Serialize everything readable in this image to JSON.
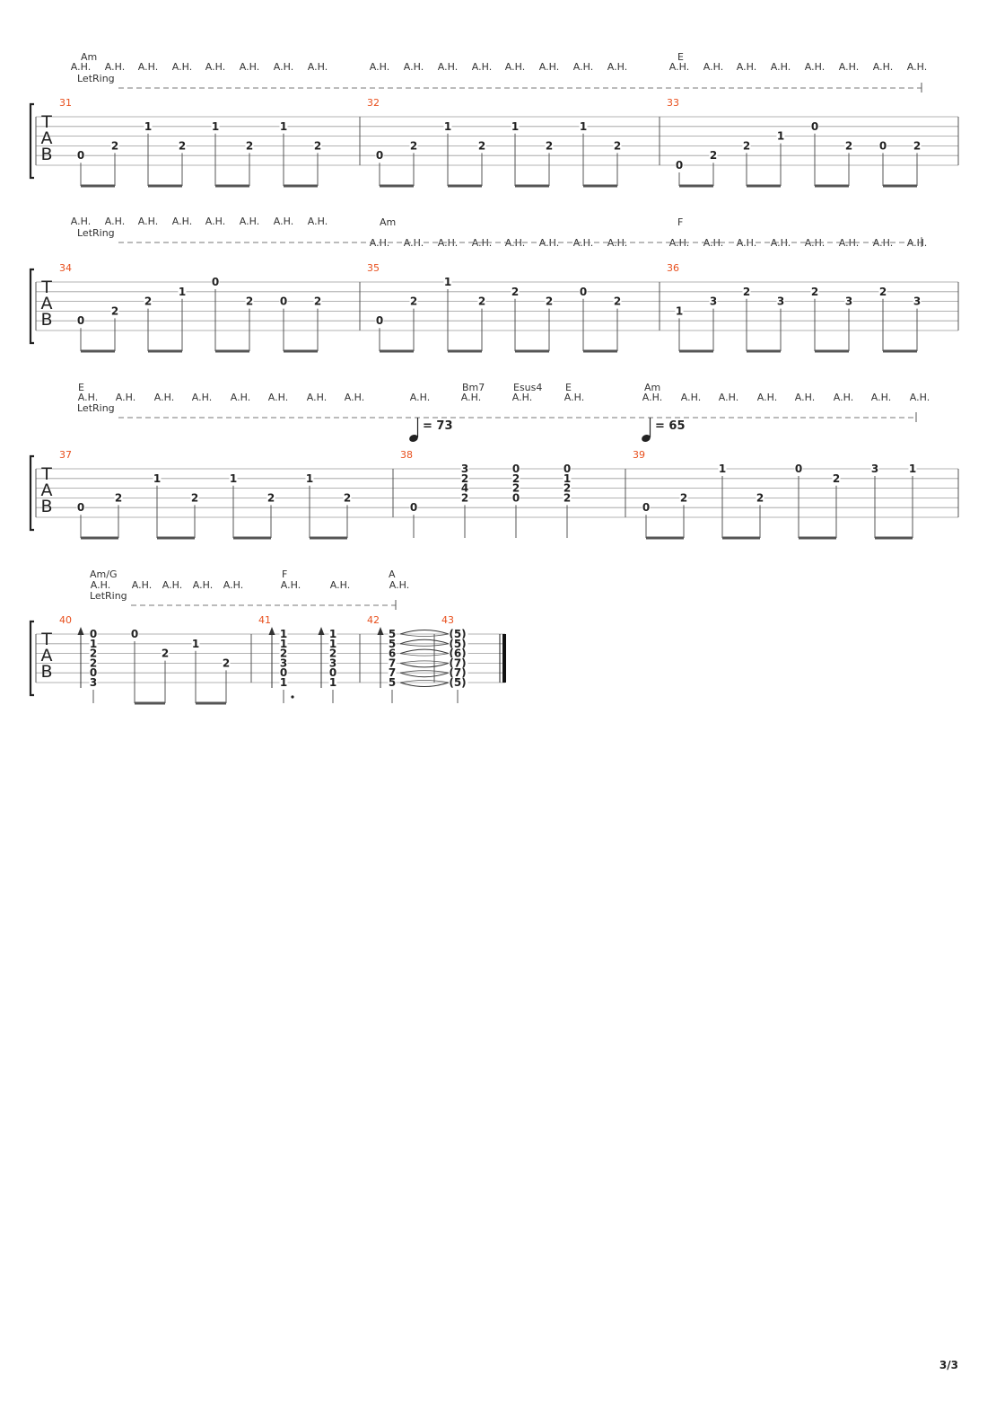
{
  "page_number": "3/3",
  "tab_clef_letters": [
    "T",
    "A",
    "B"
  ],
  "annotations": {
    "harmonic_label": "A.H.",
    "let_ring_label": "LetRing",
    "tempo_marks": [
      "= 73",
      "= 65"
    ]
  },
  "systems": [
    {
      "measures": [
        {
          "number": "31",
          "chords": [
            "Am"
          ],
          "notes": [
            [
              "0"
            ],
            [
              "2"
            ],
            [
              "1"
            ],
            [
              "2"
            ],
            [
              "1"
            ],
            [
              "2"
            ],
            [
              "1"
            ],
            [
              "2"
            ]
          ]
        },
        {
          "number": "32",
          "chords": [],
          "notes": [
            [
              "0"
            ],
            [
              "2"
            ],
            [
              "1"
            ],
            [
              "2"
            ],
            [
              "1"
            ],
            [
              "2"
            ],
            [
              "1"
            ],
            [
              "2"
            ]
          ]
        },
        {
          "number": "33",
          "chords": [
            "E"
          ],
          "notes": [
            [
              "0"
            ],
            [
              "2"
            ],
            [
              "2"
            ],
            [
              "1"
            ],
            [
              "0"
            ],
            [
              "2"
            ],
            [
              "0"
            ],
            [
              "2"
            ]
          ]
        }
      ]
    },
    {
      "measures": [
        {
          "number": "34",
          "chords": [],
          "notes": [
            [
              "0"
            ],
            [
              "2"
            ],
            [
              "2"
            ],
            [
              "1"
            ],
            [
              "0"
            ],
            [
              "2"
            ],
            [
              "0"
            ],
            [
              "2"
            ]
          ]
        },
        {
          "number": "35",
          "chords": [
            "Am"
          ],
          "notes": [
            [
              "0"
            ],
            [
              "2"
            ],
            [
              "1"
            ],
            [
              "2"
            ],
            [
              "2"
            ],
            [
              "2"
            ],
            [
              "0"
            ],
            [
              "2"
            ]
          ]
        },
        {
          "number": "36",
          "chords": [
            "F"
          ],
          "notes": [
            [
              "1"
            ],
            [
              "3"
            ],
            [
              "2"
            ],
            [
              "3"
            ],
            [
              "2"
            ],
            [
              "3"
            ],
            [
              "2"
            ],
            [
              "3"
            ]
          ]
        }
      ]
    },
    {
      "measures": [
        {
          "number": "37",
          "chords": [
            "E"
          ],
          "notes": [
            [
              "0"
            ],
            [
              "2"
            ],
            [
              "1"
            ],
            [
              "2"
            ],
            [
              "1"
            ],
            [
              "2"
            ],
            [
              "1"
            ],
            [
              "2"
            ]
          ]
        },
        {
          "number": "38",
          "chords": [
            "Bm7",
            "Esus4",
            "E"
          ],
          "notes": [
            [
              "0"
            ],
            [
              "3",
              "2",
              "4",
              "2"
            ],
            [
              "0",
              "2",
              "2",
              "0"
            ],
            [
              "0",
              "1",
              "2",
              "2"
            ]
          ]
        },
        {
          "number": "39",
          "chords": [
            "Am"
          ],
          "notes": [
            [
              "0"
            ],
            [
              "2"
            ],
            [
              "1"
            ],
            [
              "2"
            ],
            [
              "0"
            ],
            [
              "2"
            ],
            [
              "3"
            ],
            [
              "1"
            ]
          ]
        }
      ]
    },
    {
      "measures": [
        {
          "number": "40",
          "chords": [
            "Am/G"
          ],
          "notes": [
            [
              "0",
              "1",
              "2",
              "2",
              "0",
              "3"
            ],
            [
              "0"
            ],
            [
              "2"
            ],
            [
              "1"
            ],
            [
              "2"
            ]
          ]
        },
        {
          "number": "41",
          "chords": [
            "F"
          ],
          "notes": [
            [
              "1",
              "1",
              "2",
              "3",
              "0",
              "1"
            ],
            [
              "1",
              "1",
              "2",
              "3",
              "0",
              "1"
            ]
          ]
        },
        {
          "number": "42",
          "chords": [
            "A"
          ],
          "notes": [
            [
              "5",
              "5",
              "6",
              "7",
              "7",
              "5"
            ]
          ]
        },
        {
          "number": "43",
          "chords": [],
          "notes": [
            [
              "(5)",
              "(5)",
              "(6)",
              "(7)",
              "(7)",
              "(5)"
            ]
          ]
        }
      ]
    }
  ]
}
